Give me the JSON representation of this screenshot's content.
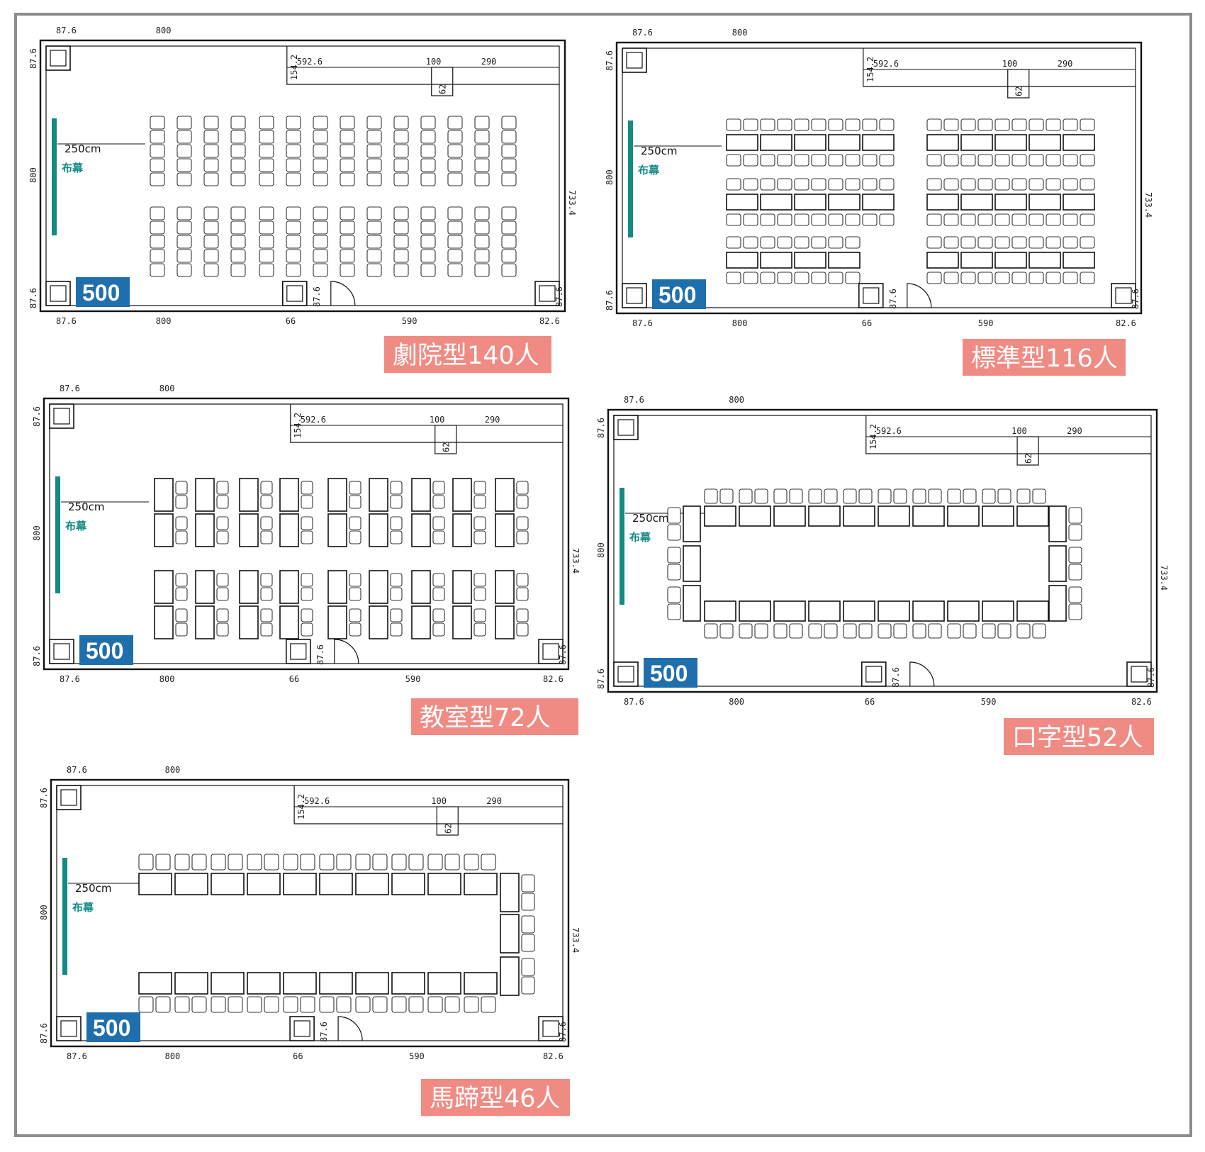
{
  "labels": {
    "screen": "布幕",
    "distance": "250cm",
    "room_badge": "500"
  },
  "dimensions": [
    "87.6",
    "800",
    "154.2",
    "592.6",
    "100",
    "290",
    "62",
    "733.4",
    "66",
    "590",
    "82.6"
  ],
  "layouts": [
    {
      "key": "theater",
      "caption": "劇院型140人"
    },
    {
      "key": "standard",
      "caption": "標準型116人"
    },
    {
      "key": "classroom",
      "caption": "教室型72人"
    },
    {
      "key": "hollow-square",
      "caption": "口字型52人"
    },
    {
      "key": "u-shape",
      "caption": "馬蹄型46人"
    }
  ],
  "colors": {
    "screen": "#138a84",
    "badge": "#1f6fad",
    "caption": "#f08b84",
    "frame": "#8c8c8c"
  }
}
